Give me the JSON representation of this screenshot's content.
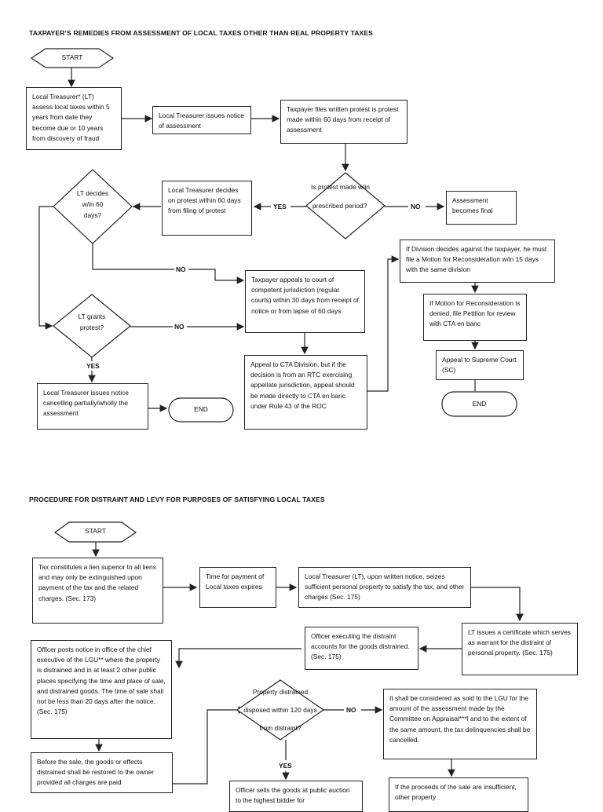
{
  "section1": {
    "title": "TAXPAYER’S REMEDIES FROM ASSESSMENT OF LOCAL TAXES OTHER THAN REAL PROPERTY TAXES",
    "start": "START",
    "lt_assess": "Local Treasurer* (LT) assess local taxes within 5 years from date they become due or 10 years from discovery of fraud",
    "lt_notice": "Local Treasurer issues notice of assessment",
    "taxpayer_files": "Taxpayer files written protest is protest made within 60 days from receipt of assessment",
    "is_protest_line1": "Is protest made w/in",
    "is_protest_line2": "prescribed period?",
    "final": "Assessment becomes final",
    "lt_decides_box": "Local Treasurer decides on protest within 60 days from filing of protest",
    "lt_decides_d1": "LT decides",
    "lt_decides_d2": "w/in 60",
    "lt_decides_d3": "days?",
    "lt_grants_d1": "LT grants",
    "lt_grants_d2": "protest?",
    "appeal_court": "Taxpayer appeals to court of competent jurisdiction (regular courts) within 30 days from receipt of notice or from lapse of 60 days",
    "cta_division": "Appeal to CTA Division; but if the decision is from an RTC exercising appellate jurisdiction, appeal should be made directly to CTA en banc under Rule 43 of the ROC",
    "division_against": "If Division decides against the taxpayer, he must file a Motion for Reconsideration w/in 15 days with the same division",
    "motion_denied": "If Motion for Reconsideration is denied, file Petition for review with CTA en banc",
    "supreme_court": "Appeal to Supreme Court (SC)",
    "lt_cancelling": "Local Treasurer issues notice cancelling partially/wholly the assessment",
    "end1": "END",
    "end2": "END",
    "yes1": "YES",
    "no1": "NO",
    "no2": "NO",
    "no3": "NO",
    "yes2": "YES"
  },
  "section2": {
    "title": "PROCEDURE FOR DISTRAINT AND LEVY FOR PURPOSES OF SATISFYING LOCAL TAXES",
    "start": "START",
    "lien": "Tax constitutes a lien superior to all liens and may only be extinguished upon payment of the tax and the related charges. (Sec. 173)",
    "time_payment": "Time for payment of Local taxes expires",
    "lt_seizes": "Local Treasurer (LT), upon written notice, seizes sufficient personal property to satisfy the tax, and other charges (Sec. 175)",
    "lt_certificate": "LT issues a certificate which serves as warrant for the distraint of personal property. (Sec. 175)",
    "officer_accounts": "Officer executing the distraint accounts for the goods distrained. (Sec. 175)",
    "officer_posts": "Officer posts notice in office of the chief executive of the LGU** where the property is distrained and in at least 2 other public places specifying the time and place of sale, and distrained goods. The time of sale shall not be less than 20 days after the notice. (Sec. 175)",
    "before_sale": "Before the sale, the goods or effects distrained shall be restored to the owner provided all charges are paid",
    "prop_d1": "Property distrained",
    "prop_d2": "disposed within 120 days",
    "prop_d3": "from distraint?",
    "sold_lgu": "It shall be considered as sold to the LGU for the amount of the assessment made by the Committee on Appraisal***l and to the extent of the same amount, the tax delinquencies shall be cancelled.",
    "officer_sells": "Officer sells the goods at public auction to the highest bidder for",
    "proceeds": "If the proceeds of the sale are insufficient, other property",
    "no": "NO",
    "yes": "YES"
  }
}
